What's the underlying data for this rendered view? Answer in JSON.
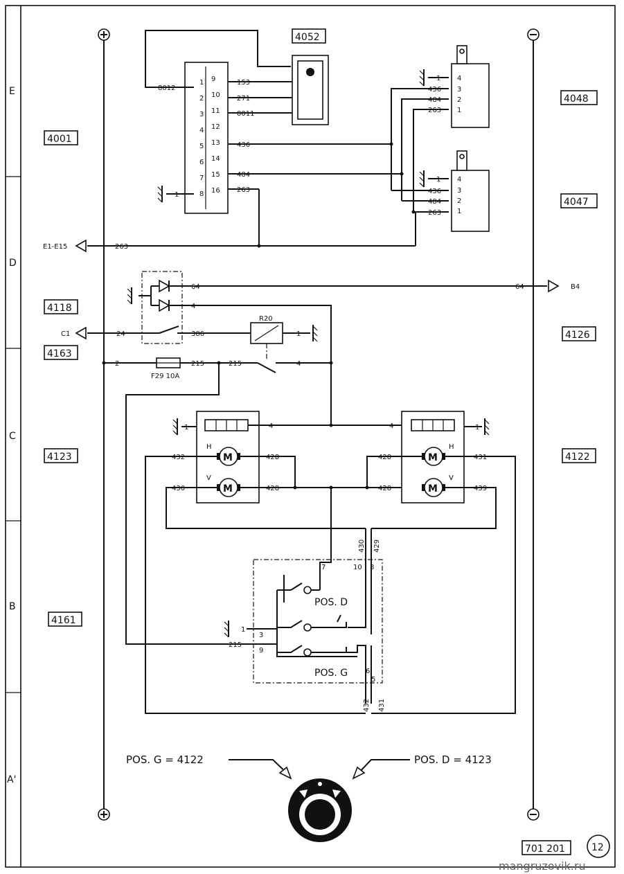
{
  "zones": [
    "E",
    "D",
    "C",
    "B",
    "A'"
  ],
  "components": {
    "c4052": "4052",
    "c4001": "4001",
    "c4048": "4048",
    "c4047": "4047",
    "c4118": "4118",
    "c4126": "4126",
    "c4163": "4163",
    "c4123": "4123",
    "c4122": "4122",
    "c4161": "4161"
  },
  "wires": {
    "w8012": "8012",
    "w153": "153",
    "w271": "271",
    "w8011": "8011",
    "w436": "436",
    "w484": "484",
    "w263": "263",
    "w1": "1",
    "w64": "64",
    "w4": "4",
    "w24": "24",
    "w386": "386",
    "w2": "2",
    "w215": "215",
    "w432": "432",
    "w430": "430",
    "w428": "428",
    "w431": "431",
    "w439": "439",
    "w429": "429"
  },
  "connectors": {
    "e1e15": "E1-E15",
    "c1": "C1",
    "b4": "B4"
  },
  "labels": {
    "relay": "R20",
    "fuse": "F29 10A",
    "pos_d": "POS. D",
    "pos_g": "POS. G",
    "motor": "M",
    "h": "H",
    "v": "V",
    "pos_g_eq": "POS. G = 4122",
    "pos_d_eq": "POS. D = 4123",
    "sheet": "701 201",
    "page": "12",
    "watermark": "mangruzovik.ru"
  },
  "pins_4001": [
    "1",
    "2",
    "3",
    "4",
    "5",
    "6",
    "7",
    "8",
    "9",
    "10",
    "11",
    "12",
    "13",
    "14",
    "15",
    "16"
  ],
  "pins_sensor": [
    "4",
    "3",
    "2",
    "1"
  ],
  "switch_pins": [
    "7",
    "10",
    "8",
    "3",
    "9",
    "6",
    "5"
  ]
}
